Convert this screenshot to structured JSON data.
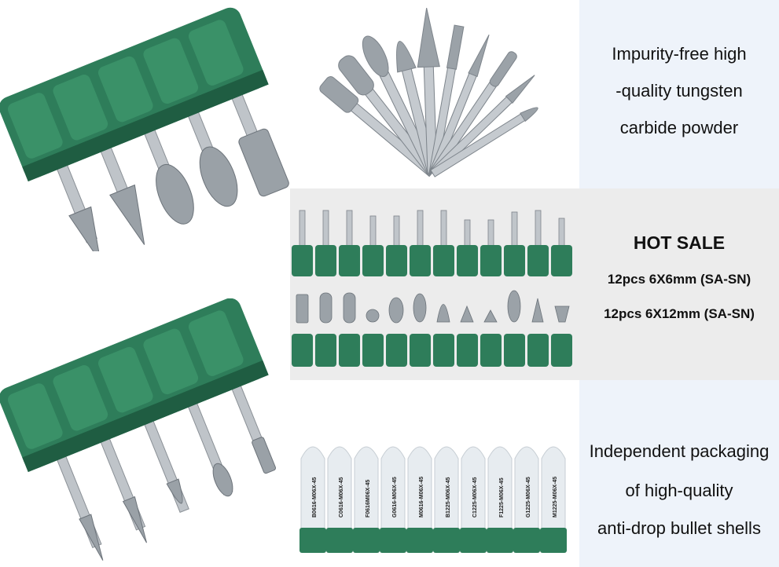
{
  "panel_top": {
    "lines": [
      "Impurity-free high",
      "-quality tungsten",
      "carbide powder"
    ]
  },
  "panel_middle": {
    "heading": "HOT SALE",
    "lines": [
      "12pcs 6X6mm (SA-SN)",
      "12pcs 6X12mm (SA-SN)"
    ]
  },
  "panel_bottom": {
    "lines": [
      "Independent packaging",
      "of high-quality",
      "anti-drop bullet shells"
    ]
  },
  "shell_labels": [
    "B0616-M06X-45",
    "C0616-M06X-45",
    "F0616M06X-45",
    "G0616-M06X-45",
    "M0616-M06X-45",
    "B1225-M06X-45",
    "C1225-M06X-45",
    "F1225-M06X-45",
    "G1225-M06X-45",
    "M1225-M06X-45"
  ],
  "colors": {
    "holder_green": "#2e7d5a",
    "holder_dark": "#1f5d42",
    "steel": "#b9bec4",
    "panel_bg": "#eef3fa"
  }
}
